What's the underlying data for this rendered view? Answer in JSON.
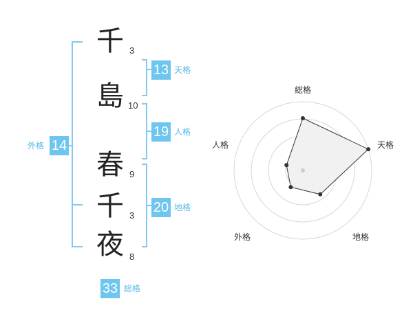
{
  "name": [
    {
      "char": "千",
      "strokes": "3"
    },
    {
      "char": "島",
      "strokes": "10"
    },
    {
      "char": "春",
      "strokes": "9"
    },
    {
      "char": "千",
      "strokes": "3"
    },
    {
      "char": "夜",
      "strokes": "8"
    }
  ],
  "kakusu": {
    "tenkaku": {
      "value": "13",
      "label": "天格"
    },
    "jinkaku": {
      "value": "19",
      "label": "人格"
    },
    "chikaku": {
      "value": "20",
      "label": "地格"
    },
    "gaikaku": {
      "value": "14",
      "label": "外格"
    },
    "soukaku": {
      "value": "33",
      "label": "総格"
    }
  },
  "radar": {
    "labels": [
      "総格",
      "天格",
      "地格",
      "外格",
      "人格"
    ],
    "levels": 4,
    "values": [
      0.76,
      1.0,
      0.43,
      0.3,
      0.25
    ],
    "colors": {
      "fill": "#f0f0f0",
      "stroke": "#333333",
      "grid": "#d6d6d6",
      "point": "#333333",
      "center": "#cccccc"
    }
  },
  "colors": {
    "accent": "#6ec5f0",
    "accent_text": "#58b8e8",
    "bracket": "#80c9ef"
  }
}
